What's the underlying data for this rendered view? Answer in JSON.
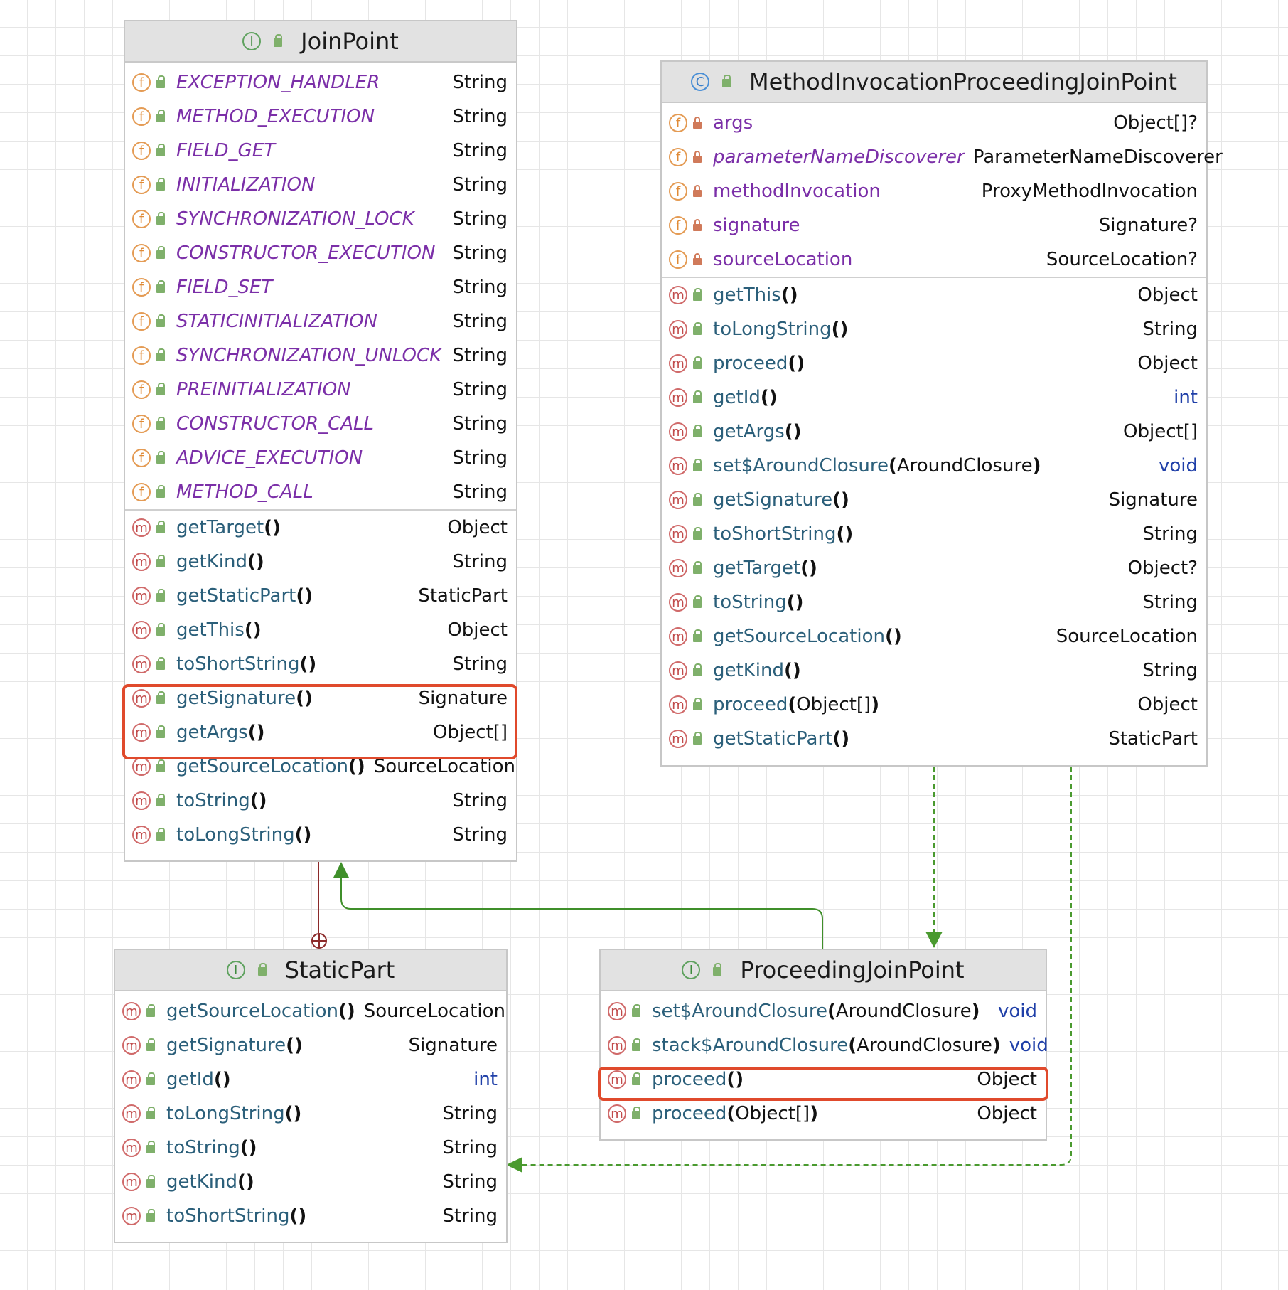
{
  "colors": {
    "realization_arrow": "#4a9a2f",
    "inheritance_arrow": "#3f8f2a",
    "inner_class_link": "#8b2a2a",
    "highlight": "#e04a2c",
    "field_name": "#7b2fa8",
    "method_name": "#2b5f7a",
    "primitive_type": "#1f3fa8"
  },
  "join_point": {
    "kind_icon": "interface-icon",
    "title": "JoinPoint",
    "fields": [
      {
        "name": "EXCEPTION_HANDLER",
        "type": "String"
      },
      {
        "name": "METHOD_EXECUTION",
        "type": "String"
      },
      {
        "name": "FIELD_GET",
        "type": "String"
      },
      {
        "name": "INITIALIZATION",
        "type": "String"
      },
      {
        "name": "SYNCHRONIZATION_LOCK",
        "type": "String"
      },
      {
        "name": "CONSTRUCTOR_EXECUTION",
        "type": "String"
      },
      {
        "name": "FIELD_SET",
        "type": "String"
      },
      {
        "name": "STATICINITIALIZATION",
        "type": "String"
      },
      {
        "name": "SYNCHRONIZATION_UNLOCK",
        "type": "String"
      },
      {
        "name": "PREINITIALIZATION",
        "type": "String"
      },
      {
        "name": "CONSTRUCTOR_CALL",
        "type": "String"
      },
      {
        "name": "ADVICE_EXECUTION",
        "type": "String"
      },
      {
        "name": "METHOD_CALL",
        "type": "String"
      }
    ],
    "methods": [
      {
        "name": "getTarget",
        "params": "",
        "type": "Object"
      },
      {
        "name": "getKind",
        "params": "",
        "type": "String"
      },
      {
        "name": "getStaticPart",
        "params": "",
        "type": "StaticPart"
      },
      {
        "name": "getThis",
        "params": "",
        "type": "Object"
      },
      {
        "name": "toShortString",
        "params": "",
        "type": "String"
      },
      {
        "name": "getSignature",
        "params": "",
        "type": "Signature"
      },
      {
        "name": "getArgs",
        "params": "",
        "type": "Object[]"
      },
      {
        "name": "getSourceLocation",
        "params": "",
        "type": "SourceLocation"
      },
      {
        "name": "toString",
        "params": "",
        "type": "String"
      },
      {
        "name": "toLongString",
        "params": "",
        "type": "String"
      }
    ]
  },
  "method_invocation_pjp": {
    "kind_icon": "class-icon",
    "title": "MethodInvocationProceedingJoinPoint",
    "fields": [
      {
        "name": "args",
        "type": "Object[]?"
      },
      {
        "name": "parameterNameDiscoverer",
        "type": "ParameterNameDiscoverer"
      },
      {
        "name": "methodInvocation",
        "type": "ProxyMethodInvocation"
      },
      {
        "name": "signature",
        "type": "Signature?"
      },
      {
        "name": "sourceLocation",
        "type": "SourceLocation?"
      }
    ],
    "methods": [
      {
        "name": "getThis",
        "params": "",
        "type": "Object"
      },
      {
        "name": "toLongString",
        "params": "",
        "type": "String"
      },
      {
        "name": "proceed",
        "params": "",
        "type": "Object"
      },
      {
        "name": "getId",
        "params": "",
        "type": "int"
      },
      {
        "name": "getArgs",
        "params": "",
        "type": "Object[]"
      },
      {
        "name": "set$AroundClosure",
        "params": "AroundClosure",
        "type": "void"
      },
      {
        "name": "getSignature",
        "params": "",
        "type": "Signature"
      },
      {
        "name": "toShortString",
        "params": "",
        "type": "String"
      },
      {
        "name": "getTarget",
        "params": "",
        "type": "Object?"
      },
      {
        "name": "toString",
        "params": "",
        "type": "String"
      },
      {
        "name": "getSourceLocation",
        "params": "",
        "type": "SourceLocation"
      },
      {
        "name": "getKind",
        "params": "",
        "type": "String"
      },
      {
        "name": "proceed",
        "params": "Object[]",
        "type": "Object"
      },
      {
        "name": "getStaticPart",
        "params": "",
        "type": "StaticPart"
      }
    ]
  },
  "static_part": {
    "kind_icon": "interface-icon",
    "title": "StaticPart",
    "methods": [
      {
        "name": "getSourceLocation",
        "params": "",
        "type": "SourceLocation"
      },
      {
        "name": "getSignature",
        "params": "",
        "type": "Signature"
      },
      {
        "name": "getId",
        "params": "",
        "type": "int"
      },
      {
        "name": "toLongString",
        "params": "",
        "type": "String"
      },
      {
        "name": "toString",
        "params": "",
        "type": "String"
      },
      {
        "name": "getKind",
        "params": "",
        "type": "String"
      },
      {
        "name": "toShortString",
        "params": "",
        "type": "String"
      }
    ]
  },
  "proceeding_join_point": {
    "kind_icon": "interface-icon",
    "title": "ProceedingJoinPoint",
    "methods": [
      {
        "name": "set$AroundClosure",
        "params": "AroundClosure",
        "type": "void"
      },
      {
        "name": "stack$AroundClosure",
        "params": "AroundClosure",
        "type": "void"
      },
      {
        "name": "proceed",
        "params": "",
        "type": "Object"
      },
      {
        "name": "proceed",
        "params": "Object[]",
        "type": "Object"
      }
    ]
  }
}
